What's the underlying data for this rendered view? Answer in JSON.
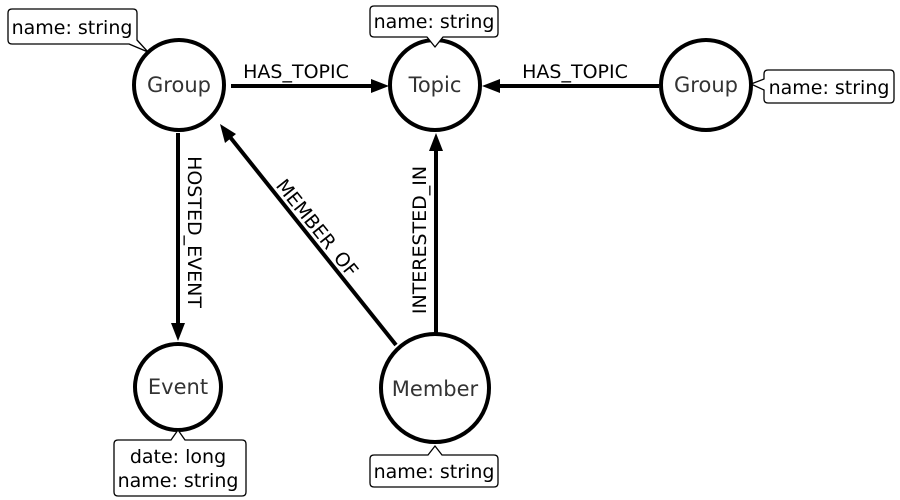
{
  "nodes": {
    "group_left": {
      "label": "Group",
      "properties": [
        "name: string"
      ]
    },
    "topic": {
      "label": "Topic",
      "properties": [
        "name: string"
      ]
    },
    "group_right": {
      "label": "Group",
      "properties": [
        "name: string"
      ]
    },
    "event": {
      "label": "Event",
      "properties": [
        "date: long",
        "name: string"
      ]
    },
    "member": {
      "label": "Member",
      "properties": [
        "name: string"
      ]
    }
  },
  "edges": {
    "has_topic_left": {
      "label": "HAS_TOPIC",
      "from": "Group",
      "to": "Topic"
    },
    "has_topic_right": {
      "label": "HAS_TOPIC",
      "from": "Group",
      "to": "Topic"
    },
    "hosted_event": {
      "label": "HOSTED_EVENT",
      "from": "Group",
      "to": "Event"
    },
    "member_of": {
      "label": "MEMBER_OF",
      "from": "Member",
      "to": "Group"
    },
    "interested_in": {
      "label": "INTERESTED_IN",
      "from": "Member",
      "to": "Topic"
    }
  }
}
